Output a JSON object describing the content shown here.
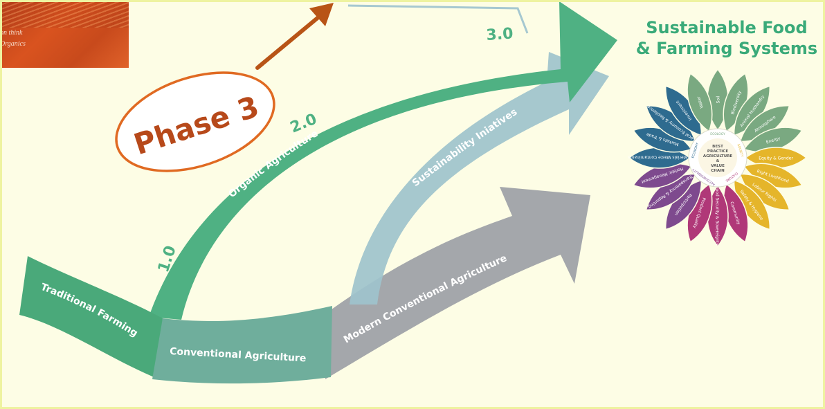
{
  "book_cover": {
    "line1": "on think",
    "line2": "Organics"
  },
  "phase_label": "Phase 3",
  "versions": {
    "v1": "1.0",
    "v2": "2.0",
    "v3": "3.0"
  },
  "arrows": {
    "traditional": "Traditional Farming",
    "conventional": "Conventional Agriculture",
    "modern": "Modern Conventional Agriculture",
    "organic": "Organic Agriculture",
    "sustainability": "Sustainability Iniatives"
  },
  "target": {
    "title_line1": "Sustainable Food",
    "title_line2": "& Farming Systems"
  },
  "flower": {
    "center_lines": [
      "BEST",
      "PRACTICE",
      "AGRICULTURE",
      "&",
      "VALUE",
      "CHAIN"
    ],
    "ring_labels": [
      "ECOLOGY",
      "SOCIETY",
      "CULTURE",
      "ACCOUNTABILITY",
      "ECONOMY"
    ],
    "petals": [
      {
        "label": "Soil",
        "color": "#7aa981"
      },
      {
        "label": "Biodiversity",
        "color": "#7aa981"
      },
      {
        "label": "Animal Husbandry",
        "color": "#7aa981"
      },
      {
        "label": "Atmosphere",
        "color": "#7aa981"
      },
      {
        "label": "Energy",
        "color": "#7aa981"
      },
      {
        "label": "Equity & Gender",
        "color": "#e5b52a"
      },
      {
        "label": "Right Livelihood",
        "color": "#e5b52a"
      },
      {
        "label": "Labour Rights",
        "color": "#e5b52a"
      },
      {
        "label": "Safety & Hygiene",
        "color": "#e5b52a"
      },
      {
        "label": "Community",
        "color": "#b03878"
      },
      {
        "label": "Food Security & Sovereignty",
        "color": "#b03878"
      },
      {
        "label": "Product Quality",
        "color": "#b03878"
      },
      {
        "label": "Participation",
        "color": "#7e4a8e"
      },
      {
        "label": "Transparency & Reporting",
        "color": "#7e4a8e"
      },
      {
        "label": "Holistic Management",
        "color": "#7e4a8e"
      },
      {
        "label": "Materials Waste Contaminants",
        "color": "#2e6b8f"
      },
      {
        "label": "Markets & Trade",
        "color": "#2e6b8f"
      },
      {
        "label": "Local Economy & Resilience",
        "color": "#2e6b8f"
      },
      {
        "label": "Investment",
        "color": "#2e6b8f"
      },
      {
        "label": "Water",
        "color": "#7aa981"
      }
    ]
  },
  "colors": {
    "background": "#fdfde5",
    "green": "#4fb183",
    "conventional": "#6fae9c",
    "gray": "#a4a7ab",
    "light_blue": "#9ec3cc",
    "orange": "#e06a22",
    "phase_text": "#b7491a",
    "brown_arrow": "#b85416",
    "title_green": "#3aaa79"
  }
}
